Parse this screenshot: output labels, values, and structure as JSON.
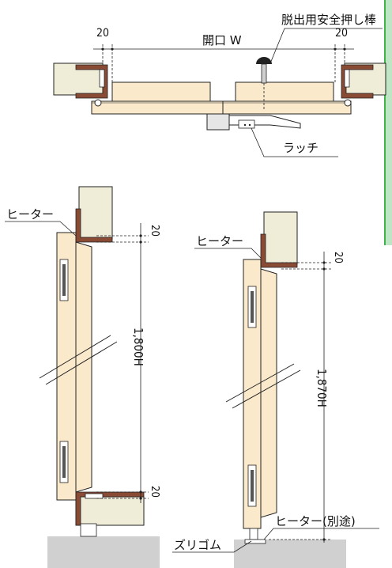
{
  "labels": {
    "safety_pin": "脱出用安全押し棒",
    "opening_w": "開口 W",
    "latch": "ラッチ",
    "heater_left": "ヒーター",
    "heater_right": "ヒーター",
    "heater_separate": "ヒーター(別途)",
    "rubber_sweep": "ズリゴム"
  },
  "dimensions": {
    "top_left_gap": "20",
    "top_right_gap": "20",
    "left_top_gap": "20",
    "left_bottom_gap": "20",
    "left_height": "1,800H",
    "right_top_gap": "20",
    "right_height": "1,870H"
  },
  "colors": {
    "wall": "#efecd8",
    "door": "#fbe9cc",
    "frame": "#8a4b35",
    "floor": "#d0d0d0",
    "accent": "#3fb24a"
  }
}
